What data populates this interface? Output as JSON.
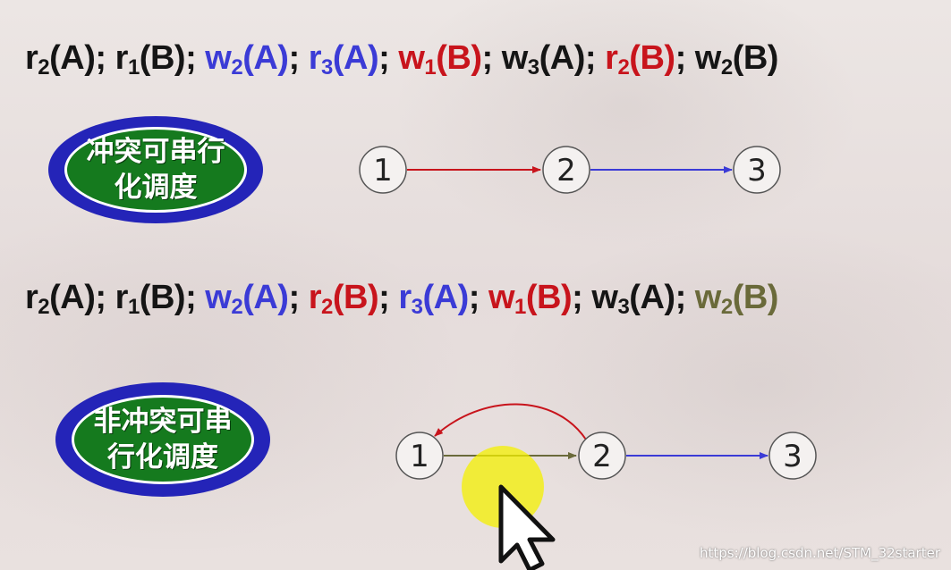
{
  "schedule1": [
    {
      "op": "r",
      "sub": "2",
      "arg": "(A)",
      "color": "blk"
    },
    {
      "op": "r",
      "sub": "1",
      "arg": "(B)",
      "color": "blk"
    },
    {
      "op": "w",
      "sub": "2",
      "arg": "(A)",
      "color": "blu"
    },
    {
      "op": "r",
      "sub": "3",
      "arg": "(A)",
      "color": "blu"
    },
    {
      "op": "w",
      "sub": "1",
      "arg": "(B)",
      "color": "red"
    },
    {
      "op": "w",
      "sub": "3",
      "arg": "(A)",
      "color": "blk"
    },
    {
      "op": "r",
      "sub": "2",
      "arg": "(B)",
      "color": "red"
    },
    {
      "op": "w",
      "sub": "2",
      "arg": "(B)",
      "color": "blk"
    }
  ],
  "schedule2": [
    {
      "op": "r",
      "sub": "2",
      "arg": "(A)",
      "color": "blk"
    },
    {
      "op": "r",
      "sub": "1",
      "arg": "(B)",
      "color": "blk"
    },
    {
      "op": "w",
      "sub": "2",
      "arg": "(A)",
      "color": "blu"
    },
    {
      "op": "r",
      "sub": "2",
      "arg": "(B)",
      "color": "red"
    },
    {
      "op": "r",
      "sub": "3",
      "arg": "(A)",
      "color": "blu"
    },
    {
      "op": "w",
      "sub": "1",
      "arg": "(B)",
      "color": "red"
    },
    {
      "op": "w",
      "sub": "3",
      "arg": "(A)",
      "color": "blk"
    },
    {
      "op": "w",
      "sub": "2",
      "arg": "(B)",
      "color": "olv"
    }
  ],
  "labels": {
    "label1": "冲突可串行\n化调度",
    "label2": "非冲突可串\n行化调度"
  },
  "graph1": {
    "nodes": [
      "1",
      "2",
      "3"
    ]
  },
  "graph2": {
    "nodes": [
      "1",
      "2",
      "3"
    ]
  },
  "colors": {
    "red": "#c8141c",
    "blue": "#3b3bd6",
    "olive": "#6a6a3a",
    "ellipse_outer": "#2424b8",
    "ellipse_inner": "#157a1e"
  },
  "watermark": "https://blog.csdn.net/STM_32starter"
}
